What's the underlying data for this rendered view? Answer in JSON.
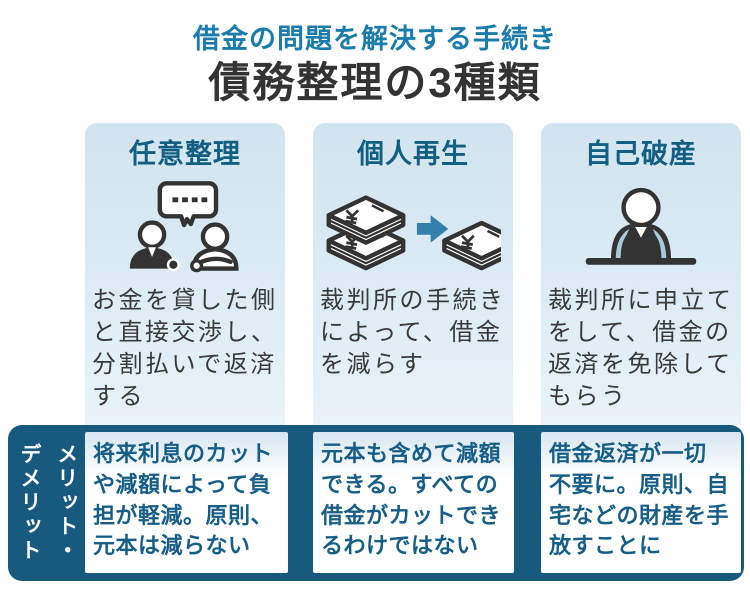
{
  "page": {
    "subtitle": "借金の問題を解決する手続き",
    "title": "債務整理の3種類"
  },
  "columns": [
    {
      "header": "任意整理",
      "icon": "negotiation-people-icon",
      "description": "お金を貸した側\nと直接交渉し、\n分割払いで返済\nする"
    },
    {
      "header": "個人再生",
      "icon": "money-stacks-reduced-icon",
      "description": "裁判所の手続き\nによって、借金\nを減らす"
    },
    {
      "header": "自己破産",
      "icon": "person-at-court-desk-icon",
      "description": "裁判所に申立て\nをして、借金の\n返済を免除して\nもらう"
    }
  ],
  "merits": {
    "label": "メリット・\nデメリット",
    "items": [
      "将来利息のカット\nや減額によって負\n担が軽減。原則、\n元本は減らない",
      "元本も含めて減額\nできる。すべての\n借金がカットでき\nるわけではない",
      "借金返済が一切\n不要に。原則、自\n宅などの財産を手\n放すことに"
    ]
  },
  "colors": {
    "accent_blue": "#1b7cab",
    "title_text": "#333333",
    "column_header_text": "#135f81",
    "column_bg_top": "#d2e4ef",
    "column_bg_bottom": "#e9f3f8",
    "navy_band": "#175a7d",
    "merit_text": "#175e86",
    "body_text": "#3a3a3a",
    "arrow_blue": "#3380ab",
    "icon_dark": "#333333",
    "icon_light_blue": "#a9c8d9"
  }
}
